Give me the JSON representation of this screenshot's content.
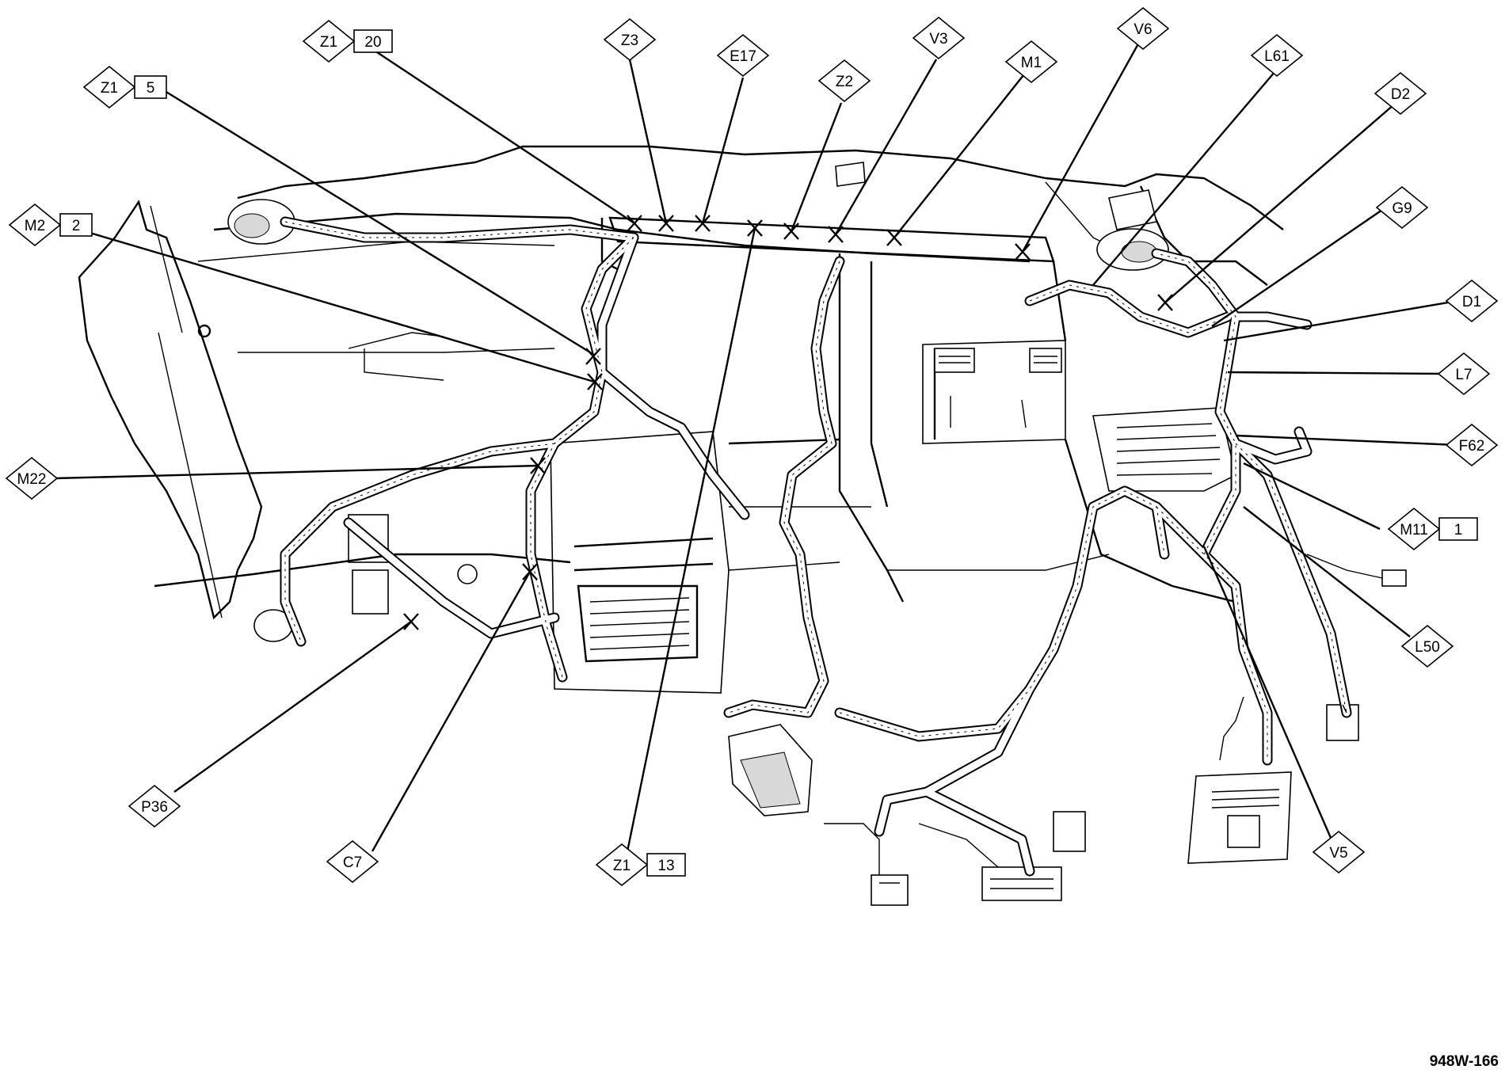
{
  "figure_id": "948W-166",
  "callouts": [
    {
      "id": "z1-20",
      "code": "Z1",
      "sub": "20"
    },
    {
      "id": "z1-5",
      "code": "Z1",
      "sub": "5"
    },
    {
      "id": "m2-2",
      "code": "M2",
      "sub": "2"
    },
    {
      "id": "m22",
      "code": "M22",
      "sub": ""
    },
    {
      "id": "p36",
      "code": "P36",
      "sub": ""
    },
    {
      "id": "c7",
      "code": "C7",
      "sub": ""
    },
    {
      "id": "z1-13",
      "code": "Z1",
      "sub": "13"
    },
    {
      "id": "z3",
      "code": "Z3",
      "sub": ""
    },
    {
      "id": "e17",
      "code": "E17",
      "sub": ""
    },
    {
      "id": "z2",
      "code": "Z2",
      "sub": ""
    },
    {
      "id": "v3",
      "code": "V3",
      "sub": ""
    },
    {
      "id": "m1",
      "code": "M1",
      "sub": ""
    },
    {
      "id": "v6",
      "code": "V6",
      "sub": ""
    },
    {
      "id": "l61",
      "code": "L61",
      "sub": ""
    },
    {
      "id": "d2",
      "code": "D2",
      "sub": ""
    },
    {
      "id": "g9",
      "code": "G9",
      "sub": ""
    },
    {
      "id": "d1",
      "code": "D1",
      "sub": ""
    },
    {
      "id": "l7",
      "code": "L7",
      "sub": ""
    },
    {
      "id": "f62",
      "code": "F62",
      "sub": ""
    },
    {
      "id": "m11-1",
      "code": "M11",
      "sub": "1"
    },
    {
      "id": "l50",
      "code": "L50",
      "sub": ""
    },
    {
      "id": "v5",
      "code": "V5",
      "sub": ""
    }
  ]
}
